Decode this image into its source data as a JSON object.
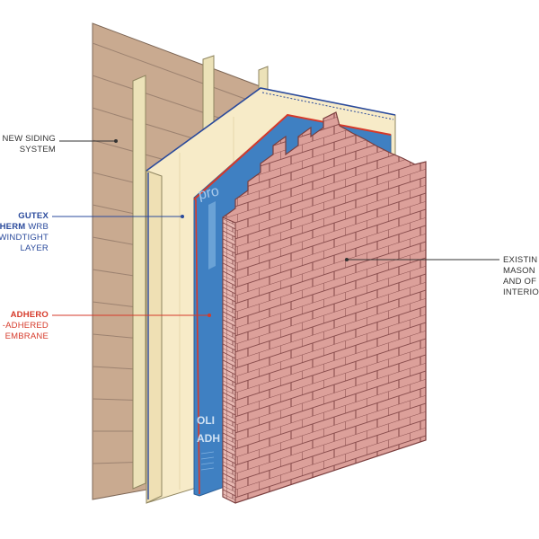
{
  "callouts": {
    "siding": {
      "line1": "NEW SIDING",
      "line2": "SYSTEM",
      "color": "#333333"
    },
    "gutex": {
      "line1": "GUTEX",
      "line2_bold": "HERM",
      "line2_rest": " WRB",
      "line3": "WINDTIGHT",
      "line4": "LAYER",
      "color": "#2a4a9c"
    },
    "adhero": {
      "line1": "ADHERO",
      "line2": "-ADHERED",
      "line3": "EMBRANE",
      "color": "#d23a2a"
    },
    "masonry": {
      "line1": "EXISTIN",
      "line2": "MASON",
      "line3": "AND OF",
      "line4": "INTERIO",
      "color": "#333333"
    }
  },
  "membrane_print": {
    "pro": "pro",
    "oli": "OLI",
    "adh": "ADH"
  },
  "colors": {
    "siding": "#c9aa90",
    "siding_dark": "#a98d74",
    "stud": "#e8dcb0",
    "gutex": "#f7ebc8",
    "membrane": "#3f80c2",
    "red_edge": "#d63a2a",
    "brick": "#dca09a",
    "mortar": "#8a4e4e"
  }
}
